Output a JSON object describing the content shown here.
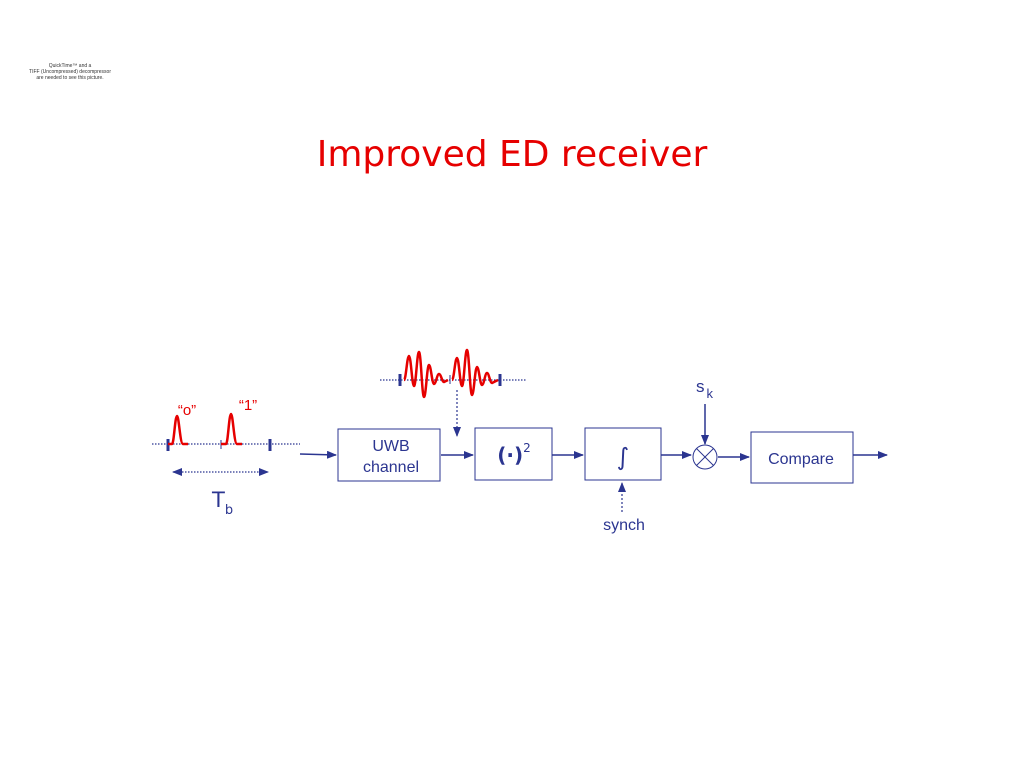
{
  "quicktime_notice": {
    "line1": "QuickTime™ and a",
    "line2": "TIFF (Uncompressed) decompressor",
    "line3": "are needed to see this picture."
  },
  "title": "Improved ED receiver",
  "blocks": {
    "channel_line1": "UWB",
    "channel_line2": "channel",
    "square": "(·)",
    "square_exponent": "2",
    "integrator": "∫",
    "compare": "Compare"
  },
  "labels": {
    "bit_zero": "“o”",
    "bit_one": "“1”",
    "bit_period": "T",
    "bit_period_subscript": "b",
    "template": "s",
    "template_subscript": "k",
    "synch": "synch"
  },
  "colors": {
    "title": "#e60000",
    "pulse": "#e60000",
    "diagram": "#2b3590"
  }
}
